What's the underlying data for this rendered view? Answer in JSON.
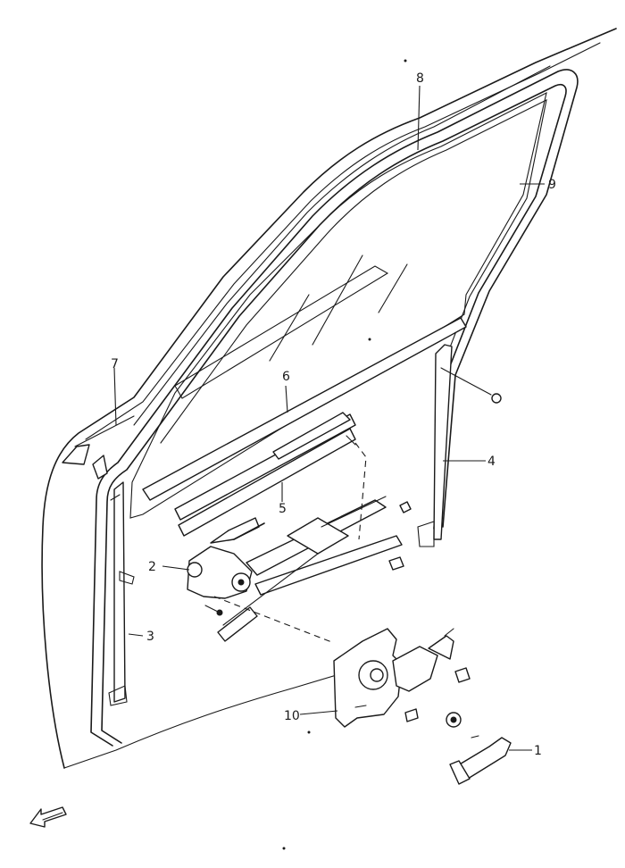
{
  "callouts": [
    {
      "id": "1",
      "label": "1"
    },
    {
      "id": "2",
      "label": "2"
    },
    {
      "id": "3",
      "label": "3"
    },
    {
      "id": "4",
      "label": "4"
    },
    {
      "id": "5",
      "label": "5"
    },
    {
      "id": "6",
      "label": "6"
    },
    {
      "id": "7",
      "label": "7"
    },
    {
      "id": "8",
      "label": "8"
    },
    {
      "id": "9",
      "label": "9"
    },
    {
      "id": "10",
      "label": "10"
    }
  ],
  "icons": {
    "front_direction": "arrow-left-icon"
  }
}
